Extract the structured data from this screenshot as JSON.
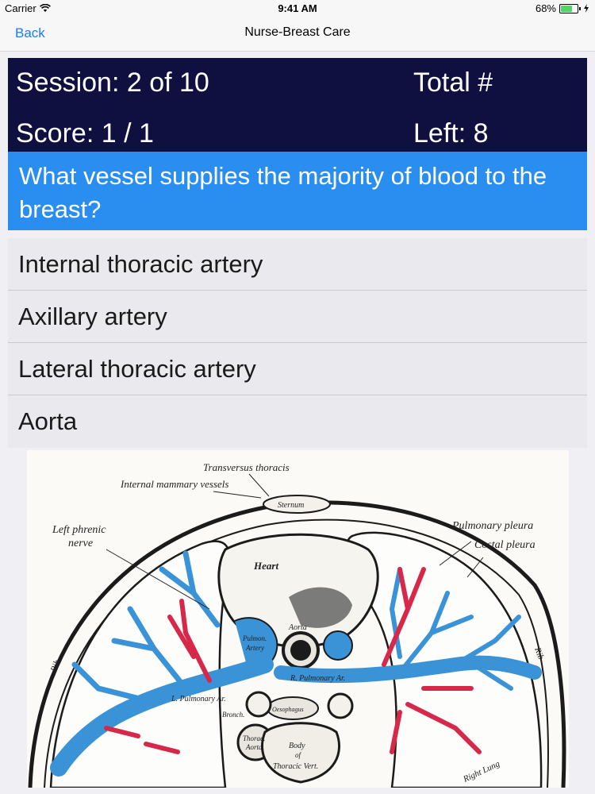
{
  "status": {
    "carrier": "Carrier",
    "time": "9:41 AM",
    "battery": "68%",
    "battery_level": 0.68
  },
  "nav": {
    "back_label": "Back",
    "title": "Nurse-Breast Care"
  },
  "header": {
    "session": "Session: 2 of 10",
    "total": "Total #",
    "score": "Score: 1 / 1",
    "left": "Left: 8"
  },
  "question": "What vessel supplies the majority of blood to the breast?",
  "answers": [
    "Internal thoracic artery",
    "Axillary artery",
    "Lateral thoracic artery",
    "Aorta"
  ],
  "diagram": {
    "labels": {
      "transversus": "Transversus thoracis",
      "mammary": "Internal mammary vessels",
      "sternum": "Sternum",
      "phrenic1": "Left phrenic",
      "phrenic2": "nerve",
      "pulm_pleura": "Pulmonary pleura",
      "costal_pleura": "Costal pleura",
      "heart": "Heart",
      "aorta": "Aorta",
      "pulmonary1": "Pulmon.",
      "pulmonary2": "Artery",
      "r_pulm": "R. Pulmonary Ar.",
      "l_pulm": "L. Pulmonary Ar.",
      "oesophagus": "Oesophagus",
      "bronchus": "Bronch.",
      "thorac1": "Thorac.",
      "thorac2": "Aorta",
      "body1": "Body",
      "body2": "of",
      "body3": "Thoracic Vert.",
      "rib_left": "Rib",
      "rib_right": "Rib",
      "lung_right": "Right Lung"
    },
    "colors": {
      "vein": "#3a93d6",
      "artery": "#d8284a",
      "outline": "#1b1b1b"
    }
  }
}
